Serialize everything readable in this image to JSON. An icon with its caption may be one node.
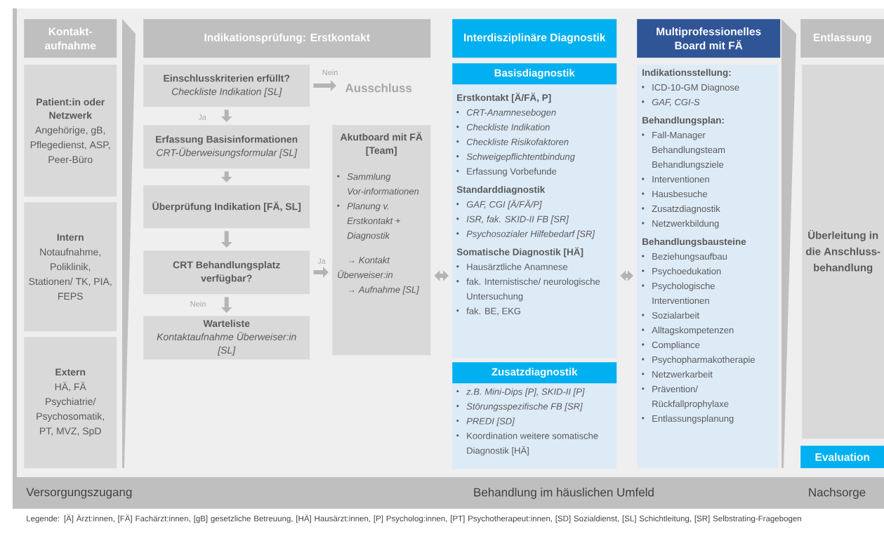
{
  "diagram": {
    "nodes": [
      {
        "text": [
          "Kontakt-aufnahme"
        ]
      },
      {
        "text": [
          "Patient:in oder Netzwerk",
          "Angehörige, gB, Pflegedienst, ASP, Peer-Büro"
        ]
      },
      {
        "text": [
          "Intern",
          "Notaufnahme, Poliklinik, Stationen/ TK, PIA, FEPS"
        ]
      },
      {
        "text": [
          "Extern",
          "HÄ, FÄ Psychiatrie/ Psychosomatik, PT, MVZ, SpD"
        ]
      },
      {
        "text": [
          "Indikationsprüfung: Erstkontakt"
        ]
      },
      {
        "text": [
          "Einschlusskriterien erfüllt?",
          "Checkliste Indikation [SL]"
        ]
      },
      {
        "text": [
          "Ausschluss"
        ]
      },
      {
        "text": [
          "Erfassung Basisinformationen",
          "CRT-Überweisungsformular [SL]"
        ]
      },
      {
        "text": [
          "Überprüfung Indikation [FÄ, SL]"
        ]
      },
      {
        "text": [
          "CRT Behandlungsplatz verfügbar?"
        ]
      },
      {
        "text": [
          "Warteliste",
          "Kontaktaufnahme Überweiser:in [SL]"
        ]
      },
      {
        "text": [
          "Akutboard mit FÄ [Team]",
          "Sammlung Vor-informationen",
          "Planung v. Erstkontakt + Diagnostik",
          "→ Kontakt Überweiser:in",
          "→ Aufnahme [SL]"
        ]
      },
      {
        "text": [
          "Interdisziplinäre Diagnostik"
        ]
      },
      {
        "text": [
          "Basisdiagnostik",
          "Erstkontakt [Ä/FÄ, P]",
          "CRT-Anamnesebogen",
          "Checkliste Indikation",
          "Checkliste Risikofaktoren",
          "Schweigepflichtentbindung",
          "Erfassung Vorbefunde",
          "Standarddiagnostik",
          "GAF, CGI [Ä/FÄ/P]",
          "ISR, fak. SKID-II FB [SR]",
          "Psychosozialer Hilfebedarf [SR]",
          "Somatische Diagnostik [HÄ]",
          "Hausärztliche Anamnese",
          "fak. Internistische/ neurologische Untersuchung",
          "fak. BE, EKG"
        ]
      },
      {
        "text": [
          "Zusatzdiagnostik",
          "z.B. Mini-Dips [P], SKID-II [P]",
          "Störungsspezifische FB [SR]",
          "PREDI [SD]",
          "Koordination weitere somatische Diagnostik [HÄ]"
        ]
      },
      {
        "text": [
          "Multiprofessionelles Board mit FÄ"
        ]
      },
      {
        "text": [
          "Indikationsstellung:",
          "ICD-10-GM Diagnose",
          "GAF, CGI-S",
          "Behandlungsplan:",
          "Fall-Manager Behandlungsteam Behandlungsziele",
          "Interventionen",
          "Hausbesuche",
          "Zusatzdiagnostik",
          "Netzwerkbildung",
          "Behandlungsbausteine",
          "Beziehungsaufbau",
          "Psychoedukation",
          "Psychologische Interventionen",
          "Sozialarbeit",
          "Alltagskompetenzen",
          "Compliance",
          "Psychopharmakotherapie",
          "Netzwerkarbeit",
          "Prävention/ Rückfallprophylaxe",
          "Entlassungsplanung"
        ]
      },
      {
        "text": [
          "Entlassung"
        ]
      },
      {
        "text": [
          "Überleitung in die Anschluss-behandlung"
        ]
      },
      {
        "text": [
          "Evaluation"
        ]
      }
    ],
    "edges": [
      {
        "from": 5,
        "to": 6,
        "arrow": "to",
        "label": "Nein"
      },
      {
        "from": 5,
        "to": 7,
        "arrow": "to",
        "label": "Ja"
      },
      {
        "from": 7,
        "to": 8,
        "arrow": "to"
      },
      {
        "from": 8,
        "to": 9,
        "arrow": "to"
      },
      {
        "from": 9,
        "to": 10,
        "arrow": "to",
        "label": "Nein"
      },
      {
        "from": 9,
        "to": 11,
        "arrow": "to",
        "label": "Ja"
      },
      {
        "from": 11,
        "to": 13,
        "arrow": "both"
      },
      {
        "from": 13,
        "to": 16,
        "arrow": "both"
      }
    ],
    "labels": [
      "Versorgungszugang",
      "Behandlung im häuslichen Umfeld",
      "Nachsorge",
      "Legende: [Ä] Ärzt:innen, [FÄ] Fachärzt:innen, [gB] gesetzliche Betreuung, [HÄ] Hausärzt:innen, [P] Psycholog:innen, [PT] Psychotherapeut:innen, [SD] Sozialdienst, [SL] Schichtleitung, [SR] Selbstrating-Fragebogen"
    ]
  }
}
